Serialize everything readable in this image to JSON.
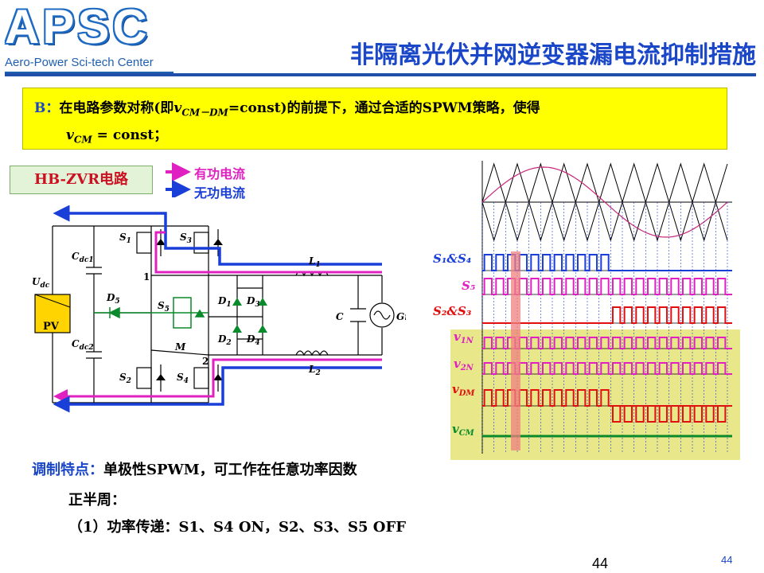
{
  "logo": {
    "main": "APSC",
    "sub": "Aero-Power Sci-tech Center"
  },
  "title": "非隔离光伏并网逆变器漏电流抑制措施",
  "box": {
    "b_label": "B：",
    "line1_pre": "在电路参数对称(即",
    "line1_var": "v",
    "line1_sub": "CM－DM",
    "line1_post": "=const)的前提下，通过合适的SPWM策略，使得",
    "line2_var": "v",
    "line2_sub": "CM",
    "line2_post": " = const；"
  },
  "circuit_label": "HB-ZVR电路",
  "legend": {
    "active": "有功电流",
    "reactive": "无功电流",
    "active_color": "#e020c0",
    "reactive_color": "#1a3ed8"
  },
  "circuit": {
    "udc": "U",
    "udc_sub": "dc",
    "pv": "PV",
    "cdc1": "C",
    "cdc1_sub": "dc1",
    "cdc2": "C",
    "cdc2_sub": "dc2",
    "d5": "D",
    "d5_sub": "5",
    "s1": "S",
    "s1_sub": "1",
    "s2": "S",
    "s2_sub": "2",
    "s3": "S",
    "s3_sub": "3",
    "s4": "S",
    "s4_sub": "4",
    "s5": "S",
    "s5_sub": "5",
    "d1": "D",
    "d1_sub": "1",
    "d2": "D",
    "d2_sub": "2",
    "d3": "D",
    "d3_sub": "3",
    "d4": "D",
    "d4_sub": "4",
    "node1": "1",
    "node2": "2",
    "nodeM": "M",
    "l1": "L",
    "l1_sub": "1",
    "l2": "L",
    "l2_sub": "2",
    "c": "C",
    "grid": "Grid"
  },
  "waveforms": {
    "s1s4": "S₁&S₄",
    "s5": "S₅",
    "s2s3": "S₂&S₃",
    "v1n": "v",
    "v1n_sub": "1N",
    "v2n": "v",
    "v2n_sub": "2N",
    "vdm": "v",
    "vdm_sub": "DM",
    "vcm": "v",
    "vcm_sub": "CM"
  },
  "bottom": {
    "feature_label": "调制特点：",
    "feature_text": "单极性SPWM，可工作在任意功率因数",
    "half": "正半周：",
    "item1": "（1）功率传递：S1、S4 ON，S2、S3、S5 OFF"
  },
  "page_number": "44",
  "page_number_small": "44"
}
